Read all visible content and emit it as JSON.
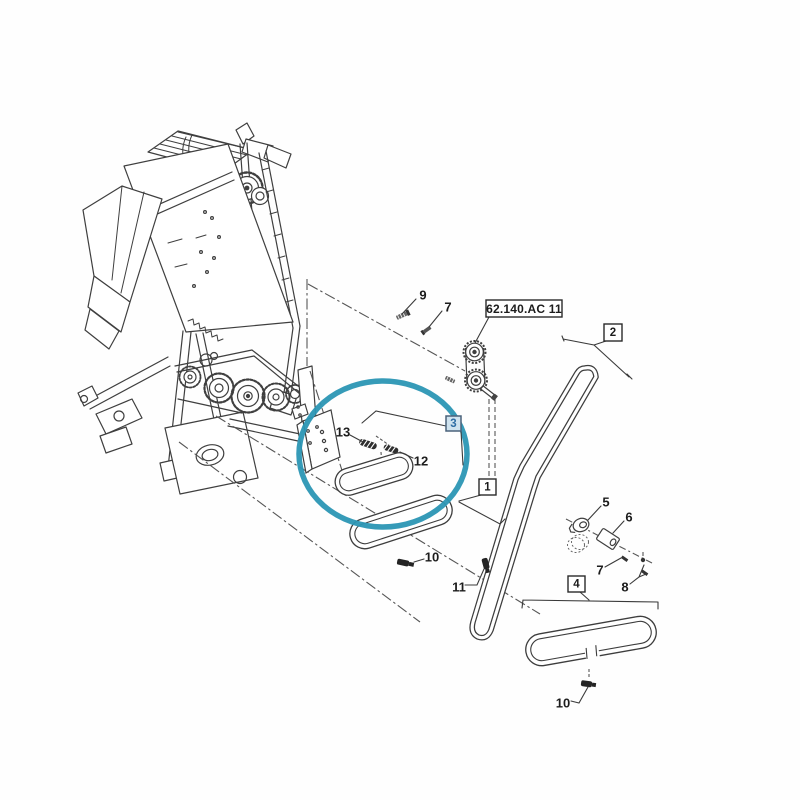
{
  "diagram": {
    "reference": {
      "label": "62.140.AC 11"
    },
    "selected_callout": "3",
    "colors": {
      "line": "#3d3d3d",
      "highlight_ring": "#2b96b4",
      "selected_fill": "#cfe3ef",
      "selected_text": "#2e6da4",
      "label_text": "#1c1c1c",
      "background": "#fefefe"
    },
    "callouts": {
      "ref_box": "62.140.AC 11",
      "box1": "1",
      "box2": "2",
      "box3": "3",
      "box4": "4",
      "n9": "9",
      "n7_top": "7",
      "n13": "13",
      "n12": "12",
      "n5": "5",
      "n6": "6",
      "n7_right": "7",
      "n8": "8",
      "n10_left": "10",
      "n11": "11",
      "n10_bottom": "10"
    }
  }
}
